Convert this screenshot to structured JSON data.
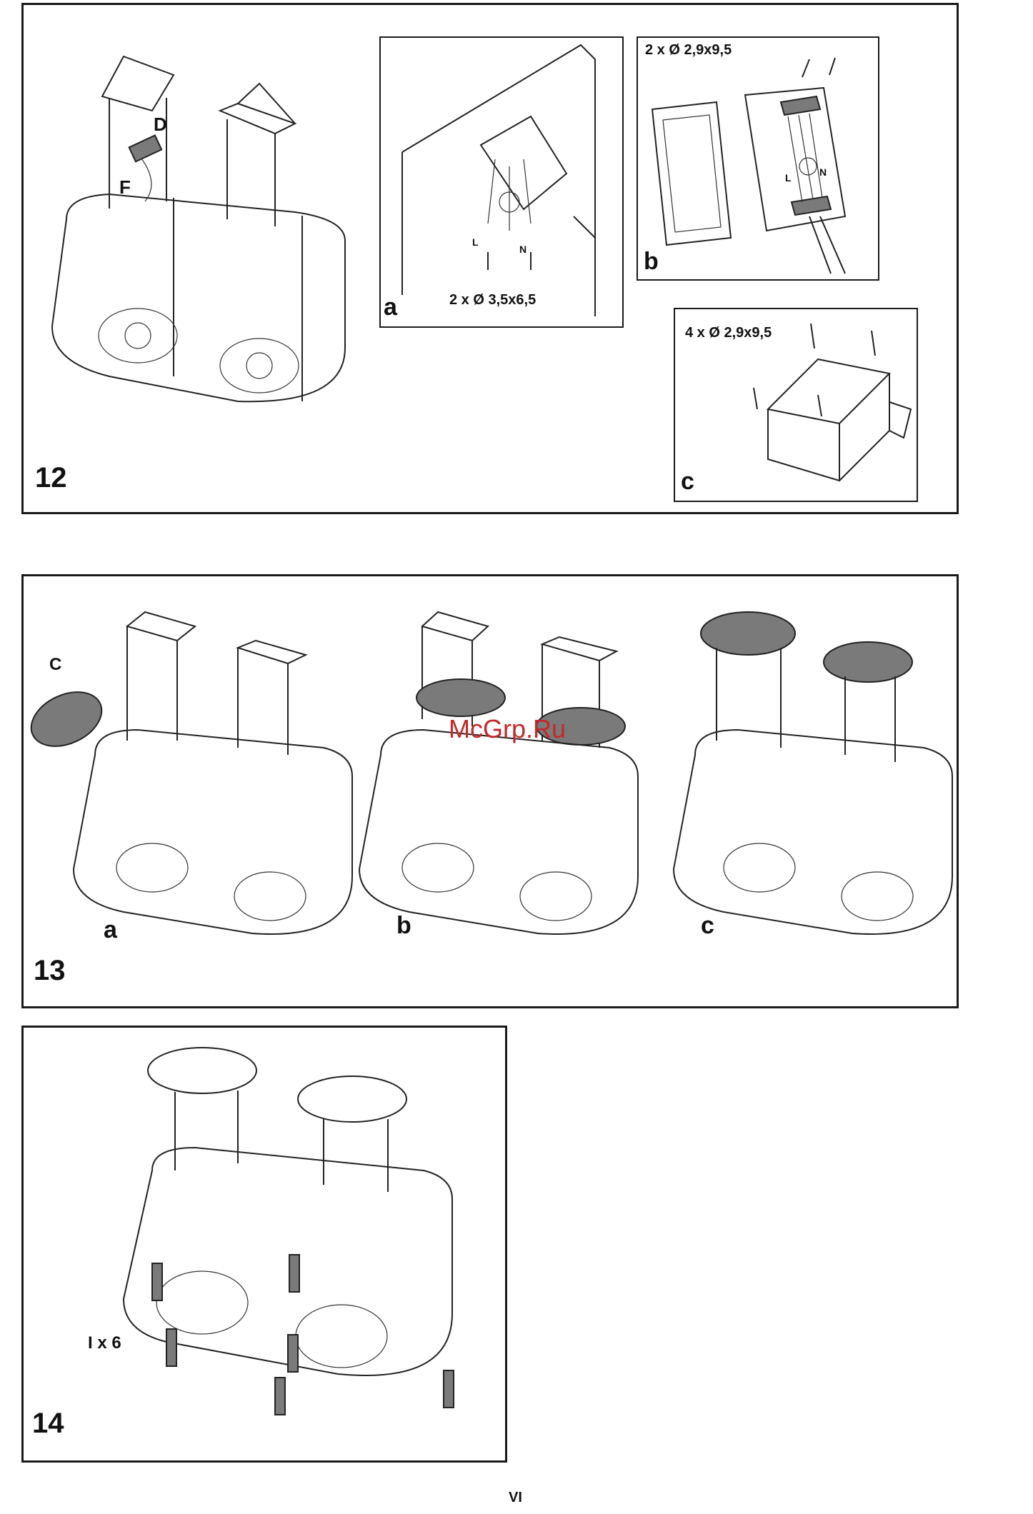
{
  "figures": {
    "fig12": {
      "number": "12",
      "callout_d": "D",
      "callout_f": "F",
      "panel_a": {
        "letter": "a",
        "spec": "2 x Ø 3,5x6,5",
        "label_l": "L",
        "label_n": "N"
      },
      "panel_b": {
        "letter": "b",
        "spec": "2 x Ø 2,9x9,5",
        "label_l": "L",
        "label_n": "N"
      },
      "panel_c": {
        "letter": "c",
        "spec": "4 x Ø 2,9x9,5"
      }
    },
    "fig13": {
      "number": "13",
      "callout_c": "C",
      "step_a": "a",
      "step_b": "b",
      "step_c": "c"
    },
    "fig14": {
      "number": "14",
      "quantity_label": "I x 6"
    }
  },
  "watermark": "McGrp.Ru",
  "page_number": "VI"
}
